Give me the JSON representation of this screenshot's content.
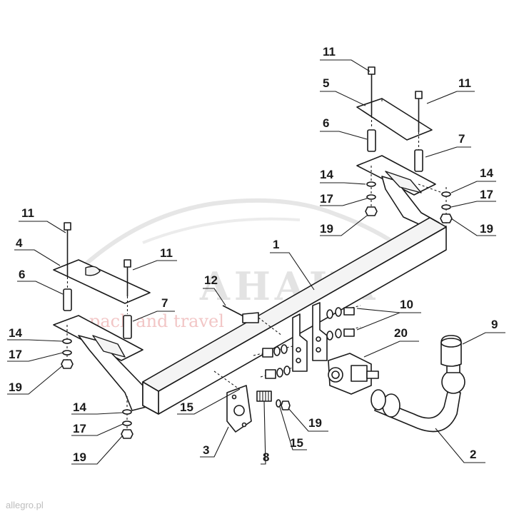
{
  "watermark": {
    "brand": "AHAKA",
    "tagline": "pack and travel",
    "brand_color": "#e3e3e3",
    "tagline_color": "#f2c6c6"
  },
  "footer": {
    "site": "allegro.pl"
  },
  "labels": {
    "l1": "1",
    "l2": "2",
    "l3": "3",
    "l4": "4",
    "l5": "5",
    "l6a": "6",
    "l6b": "6",
    "l7a": "7",
    "l7b": "7",
    "l8": "8",
    "l9": "9",
    "l10": "10",
    "l11a": "11",
    "l11b": "11",
    "l11c": "11",
    "l11d": "11",
    "l12": "12",
    "l14a": "14",
    "l14b": "14",
    "l14c": "14",
    "l14d": "14",
    "l15a": "15",
    "l15b": "15",
    "l17a": "17",
    "l17b": "17",
    "l17c": "17",
    "l17d": "17",
    "l19a": "19",
    "l19b": "19",
    "l19c": "19",
    "l19d": "19",
    "l19e": "19",
    "l20": "20"
  }
}
